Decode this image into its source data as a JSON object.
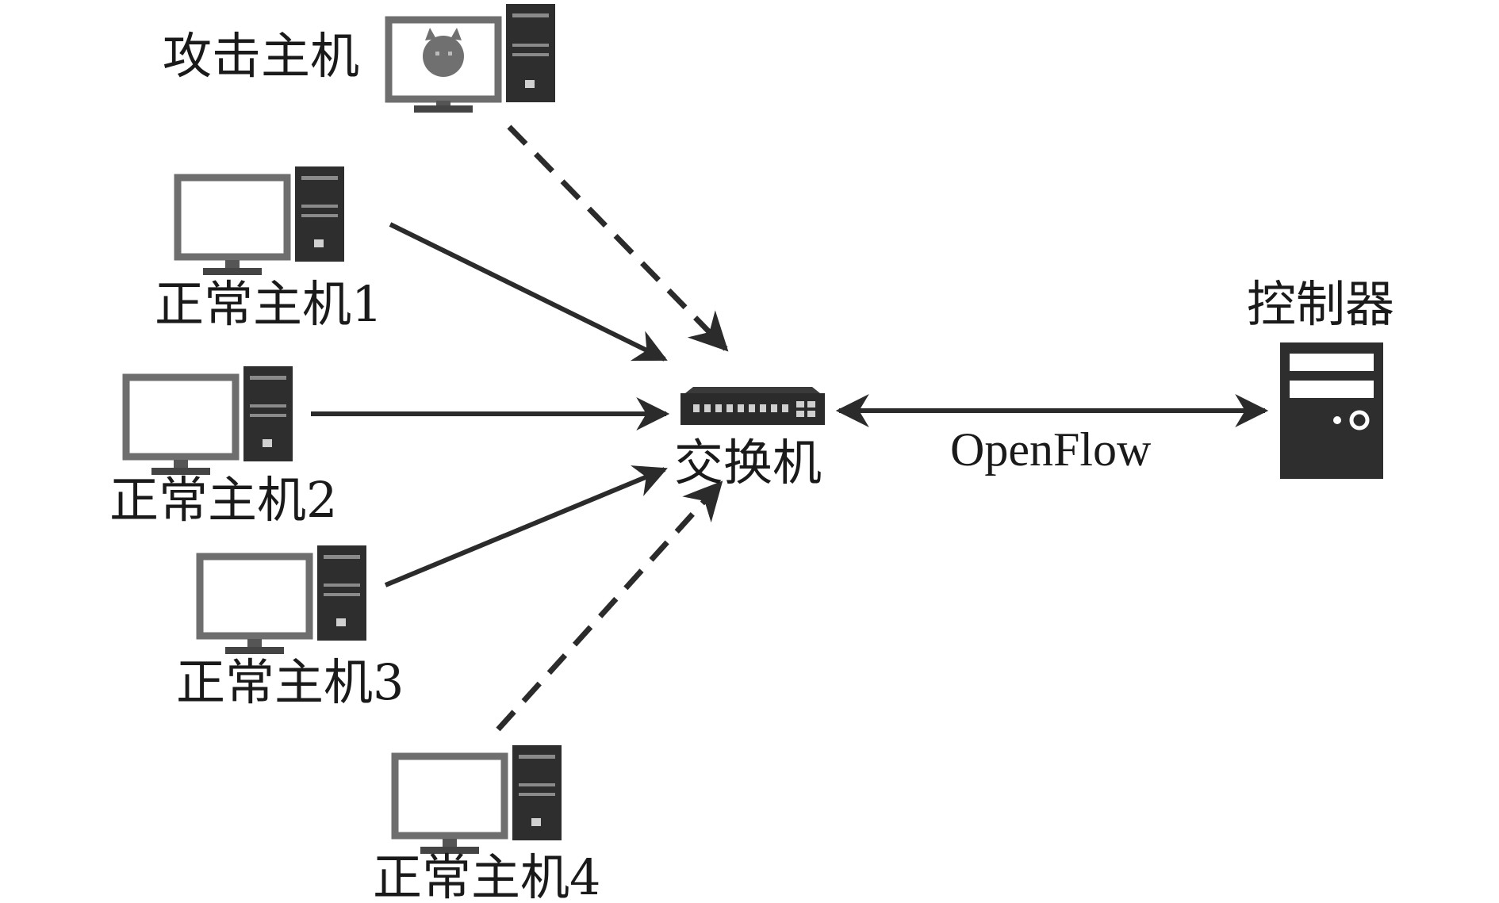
{
  "nodes": {
    "attack_host": {
      "label": "攻击主机",
      "icon": "attacker-computer-icon"
    },
    "host1": {
      "label": "正常主机1",
      "icon": "desktop-computer-icon"
    },
    "host2": {
      "label": "正常主机2",
      "icon": "desktop-computer-icon"
    },
    "host3": {
      "label": "正常主机3",
      "icon": "desktop-computer-icon"
    },
    "host4": {
      "label": "正常主机4",
      "icon": "desktop-computer-icon"
    },
    "switch": {
      "label": "交换机",
      "icon": "network-switch-icon"
    },
    "controller": {
      "label": "控制器",
      "icon": "server-icon"
    }
  },
  "links": {
    "openflow_label": "OpenFlow"
  },
  "colors": {
    "line": "#2b2b2b",
    "monitor_frame": "#6e6e6e",
    "tower": "#2e2e2e",
    "attacker_face": "#707070"
  }
}
